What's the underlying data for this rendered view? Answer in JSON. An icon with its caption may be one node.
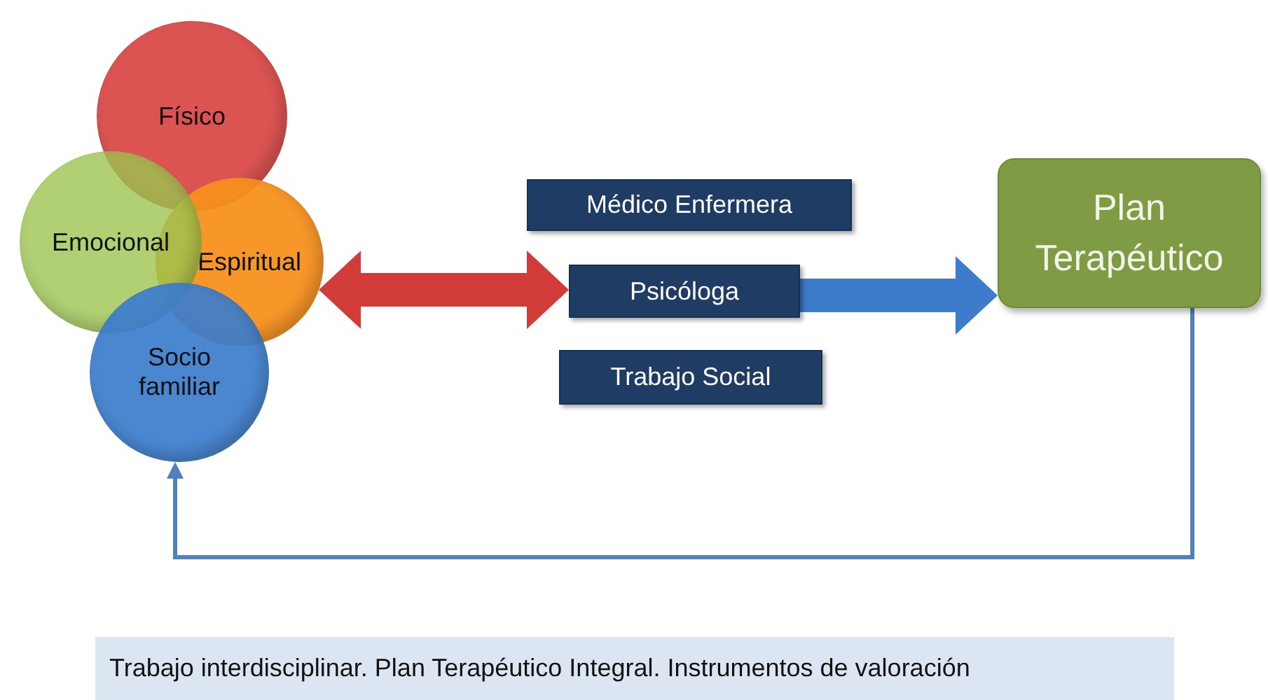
{
  "diagram": {
    "caption": "Trabajo interdisciplinar. Plan Terapéutico Integral. Instrumentos de valoración",
    "nodes": [
      {
        "text": [
          "Físico"
        ]
      },
      {
        "text": [
          "Emocional"
        ]
      },
      {
        "text": [
          "Espiritual"
        ]
      },
      {
        "text": [
          "Socio familiar"
        ]
      },
      {
        "text": [
          "Médico Enfermera"
        ]
      },
      {
        "text": [
          "Psicóloga"
        ]
      },
      {
        "text": [
          "Trabajo Social"
        ]
      },
      {
        "text": [
          "Plan Terapéutico"
        ]
      }
    ],
    "edges": [
      {
        "from": 2,
        "to": 5,
        "arrow": "both",
        "color": "#d23c38"
      },
      {
        "from": 5,
        "to": 7,
        "arrow": "to",
        "color": "#3d7ccb"
      },
      {
        "from": 7,
        "to": 3,
        "arrow": "to",
        "color": "#4f81bd"
      }
    ]
  }
}
